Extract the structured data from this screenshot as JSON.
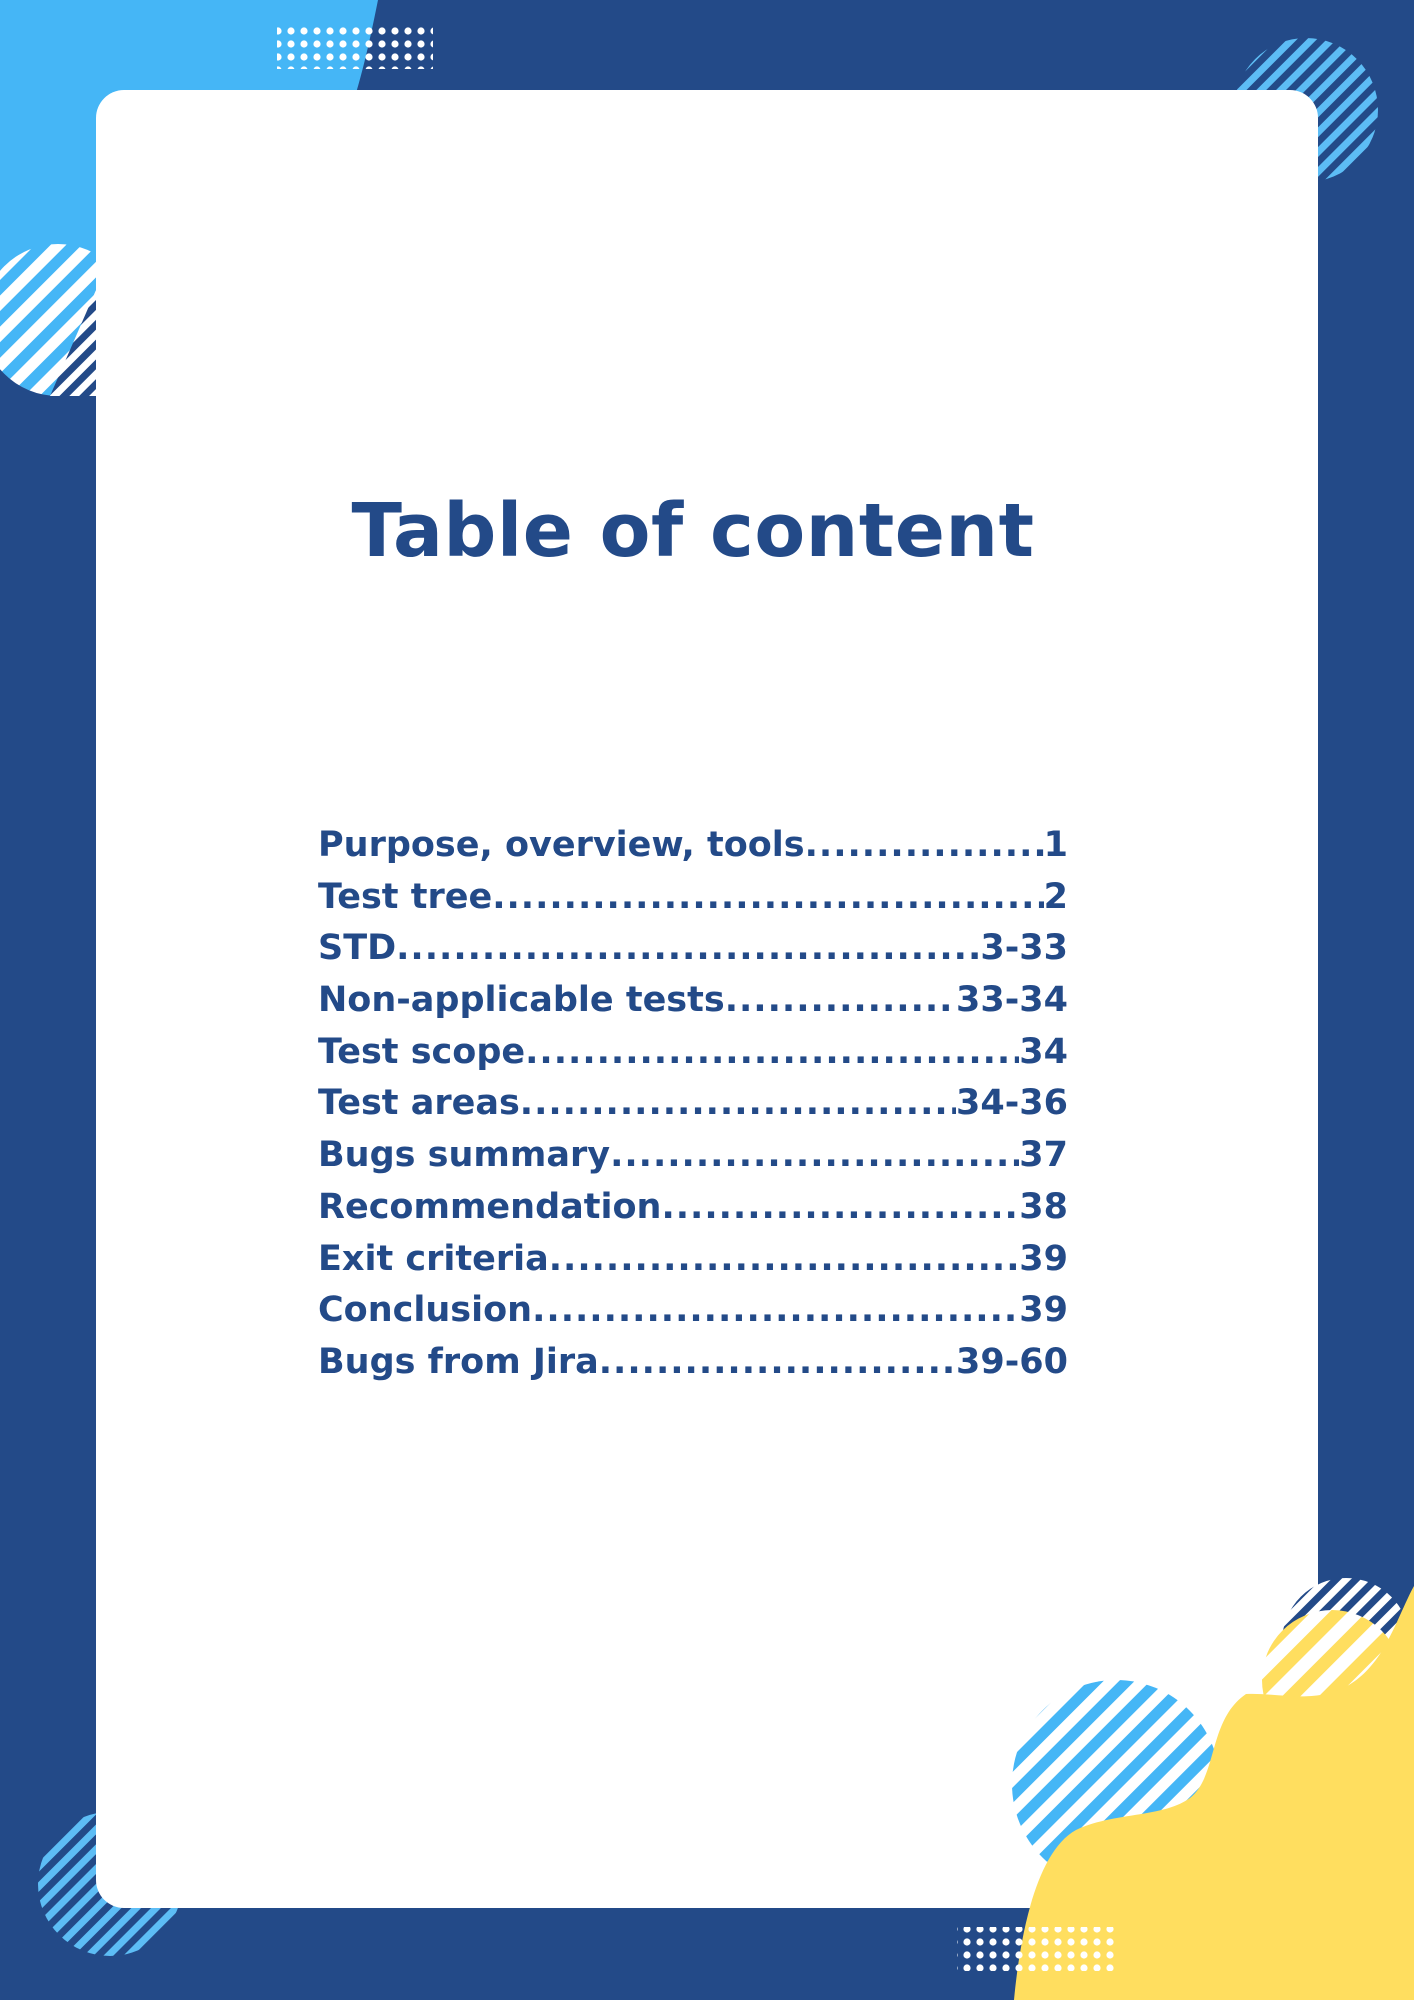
{
  "document": {
    "title": "Table of content"
  },
  "toc": [
    {
      "label": "Purpose, overview, tools",
      "page": "1"
    },
    {
      "label": "Test tree",
      "page": "2"
    },
    {
      "label": "STD",
      "page": "3-33"
    },
    {
      "label": "Non-applicable tests",
      "page": "33-34"
    },
    {
      "label": "Test scope",
      "page": "34"
    },
    {
      "label": "Test areas",
      "page": "34-36"
    },
    {
      "label": "Bugs summary",
      "page": "37"
    },
    {
      "label": "Recommendation",
      "page": "38"
    },
    {
      "label": "Exit criteria",
      "page": "39"
    },
    {
      "label": "Conclusion",
      "page": "39"
    },
    {
      "label": "Bugs from Jira",
      "page": "39-60"
    }
  ],
  "colors": {
    "navy": "#234a88",
    "sky_blue": "#45b6f6",
    "yellow": "#ffde5f",
    "white": "#ffffff"
  }
}
